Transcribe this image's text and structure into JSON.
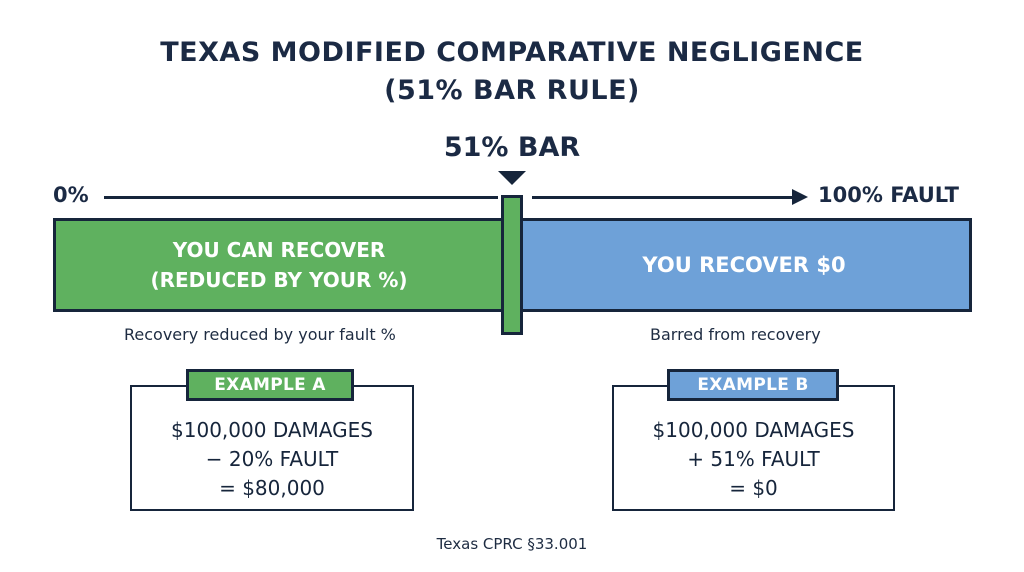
{
  "title": {
    "line1": "TEXAS MODIFIED COMPARATIVE NEGLIGENCE",
    "line2": "(51% BAR RULE)"
  },
  "scale": {
    "bar_label": "51% BAR",
    "start_label": "0%",
    "end_label": "100% FAULT",
    "bar_position_percent": 51
  },
  "zones": {
    "recover": {
      "line1": "YOU CAN RECOVER",
      "line2": "(REDUCED BY YOUR %)",
      "caption": "Recovery reduced by your fault %",
      "color": "#5fb15f"
    },
    "barred": {
      "text": "YOU RECOVER $0",
      "caption": "Barred from recovery",
      "color": "#6ea1d8"
    }
  },
  "examples": {
    "a": {
      "label": "EXAMPLE A",
      "lines": [
        "$100,000 DAMAGES",
        "− 20% FAULT",
        "= $80,000"
      ]
    },
    "b": {
      "label": "EXAMPLE B",
      "lines": [
        "$100,000 DAMAGES",
        "+ 51% FAULT",
        "= $0"
      ]
    }
  },
  "footer": "Texas CPRC §33.001",
  "colors": {
    "ink": "#16253b",
    "green": "#5fb15f",
    "blue": "#6ea1d8"
  }
}
